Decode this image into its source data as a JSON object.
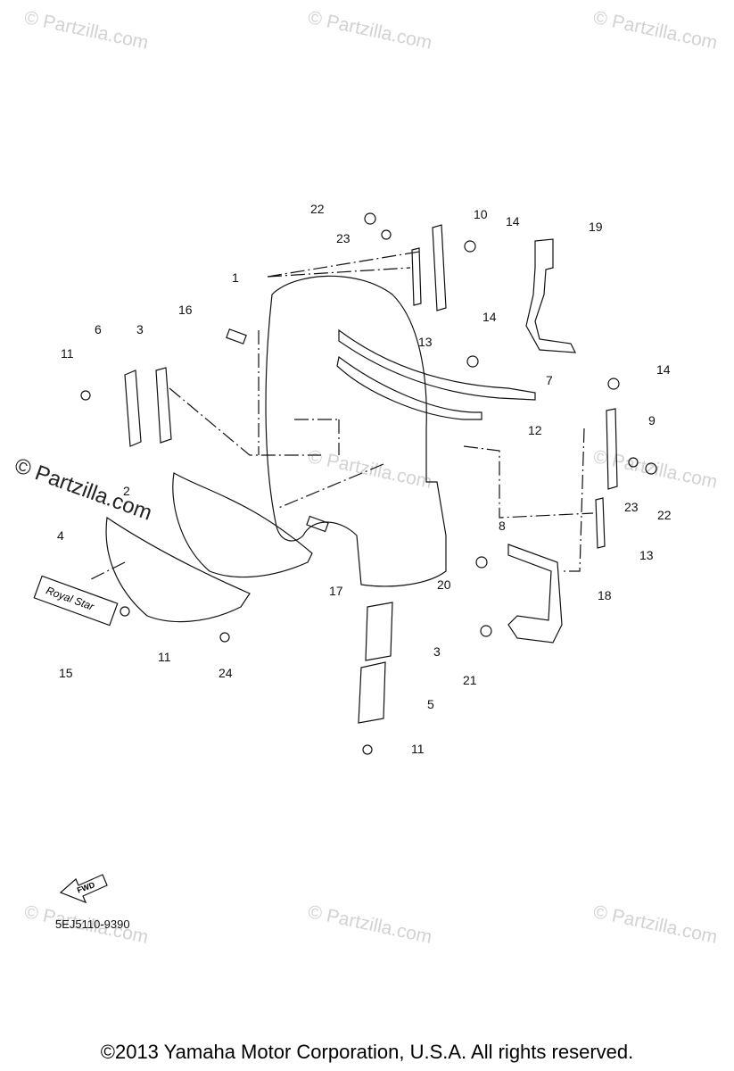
{
  "watermark_text": "© Partzilla.com",
  "diagram_code": "5EJ5110-9390",
  "fwd_label": "FWD",
  "emblem_text": "Royal Star",
  "copyright": "©2013  Yamaha Motor Corporation, U.S.A. All rights reserved.",
  "callouts": {
    "c1": "1",
    "c2": "2",
    "c3a": "3",
    "c3b": "3",
    "c4": "4",
    "c5": "5",
    "c6": "6",
    "c7": "7",
    "c8": "8",
    "c9": "9",
    "c10": "10",
    "c11a": "11",
    "c11b": "11",
    "c11c": "11",
    "c12": "12",
    "c13a": "13",
    "c13b": "13",
    "c14a": "14",
    "c14b": "14",
    "c14c": "14",
    "c15": "15",
    "c16": "16",
    "c17": "17",
    "c18": "18",
    "c19": "19",
    "c20": "20",
    "c21": "21",
    "c22a": "22",
    "c22b": "22",
    "c23a": "23",
    "c23b": "23",
    "c24": "24"
  }
}
